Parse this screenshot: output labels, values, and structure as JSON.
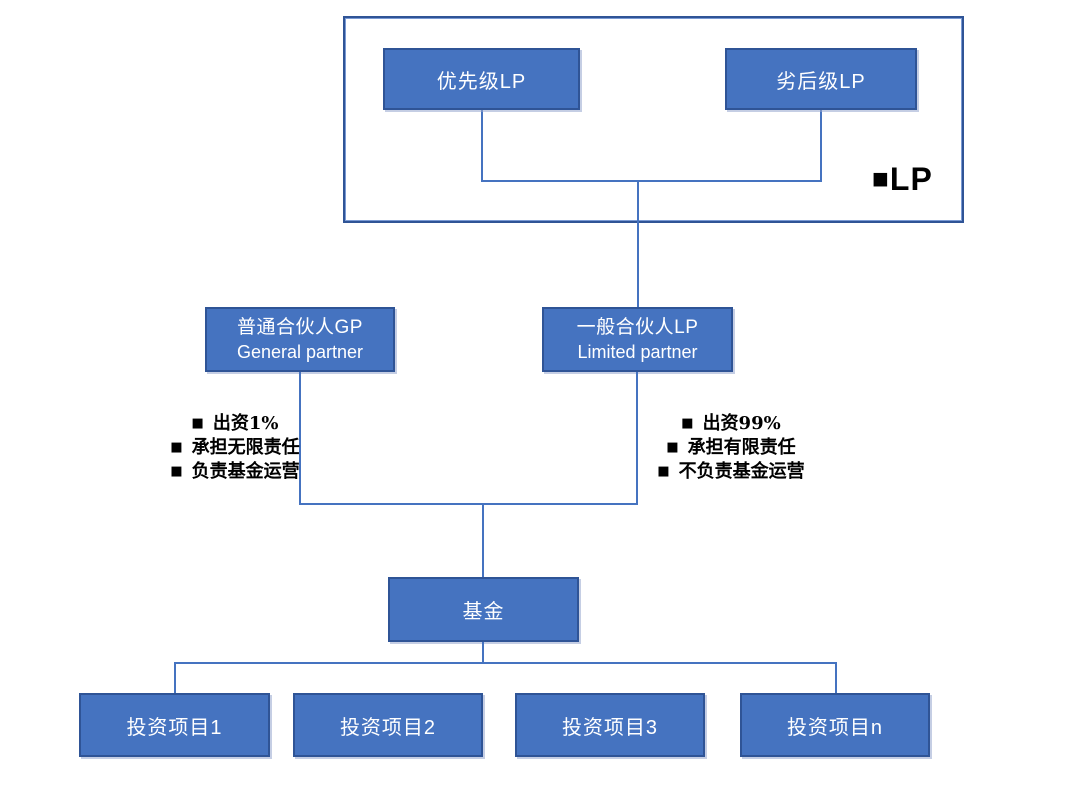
{
  "colors": {
    "box_fill": "#4573C0",
    "box_border": "#2F5496",
    "connector": "#4573C0",
    "box_text": "#FFFFFF",
    "annotation_text": "#000000",
    "background": "#FFFFFF"
  },
  "lp_group": {
    "legend": {
      "icon": "■",
      "label": "LP"
    },
    "senior_lp_label": "优先级LP",
    "junior_lp_label": "劣后级LP"
  },
  "gp_box": {
    "cn": "普通合伙人GP",
    "en": "General partner"
  },
  "lp_box": {
    "cn": "一般合伙人LP",
    "en": "Limited partner"
  },
  "gp_notes": {
    "bullet": "■",
    "items": [
      "出资1%",
      "承担无限责任",
      "负责基金运营"
    ]
  },
  "lp_notes": {
    "bullet": "■",
    "items": [
      "出资99%",
      "承担有限责任",
      "不负责基金运营"
    ]
  },
  "fund": {
    "label": "基金"
  },
  "projects": [
    "投资项目1",
    "投资项目2",
    "投资项目3",
    "投资项目n"
  ]
}
